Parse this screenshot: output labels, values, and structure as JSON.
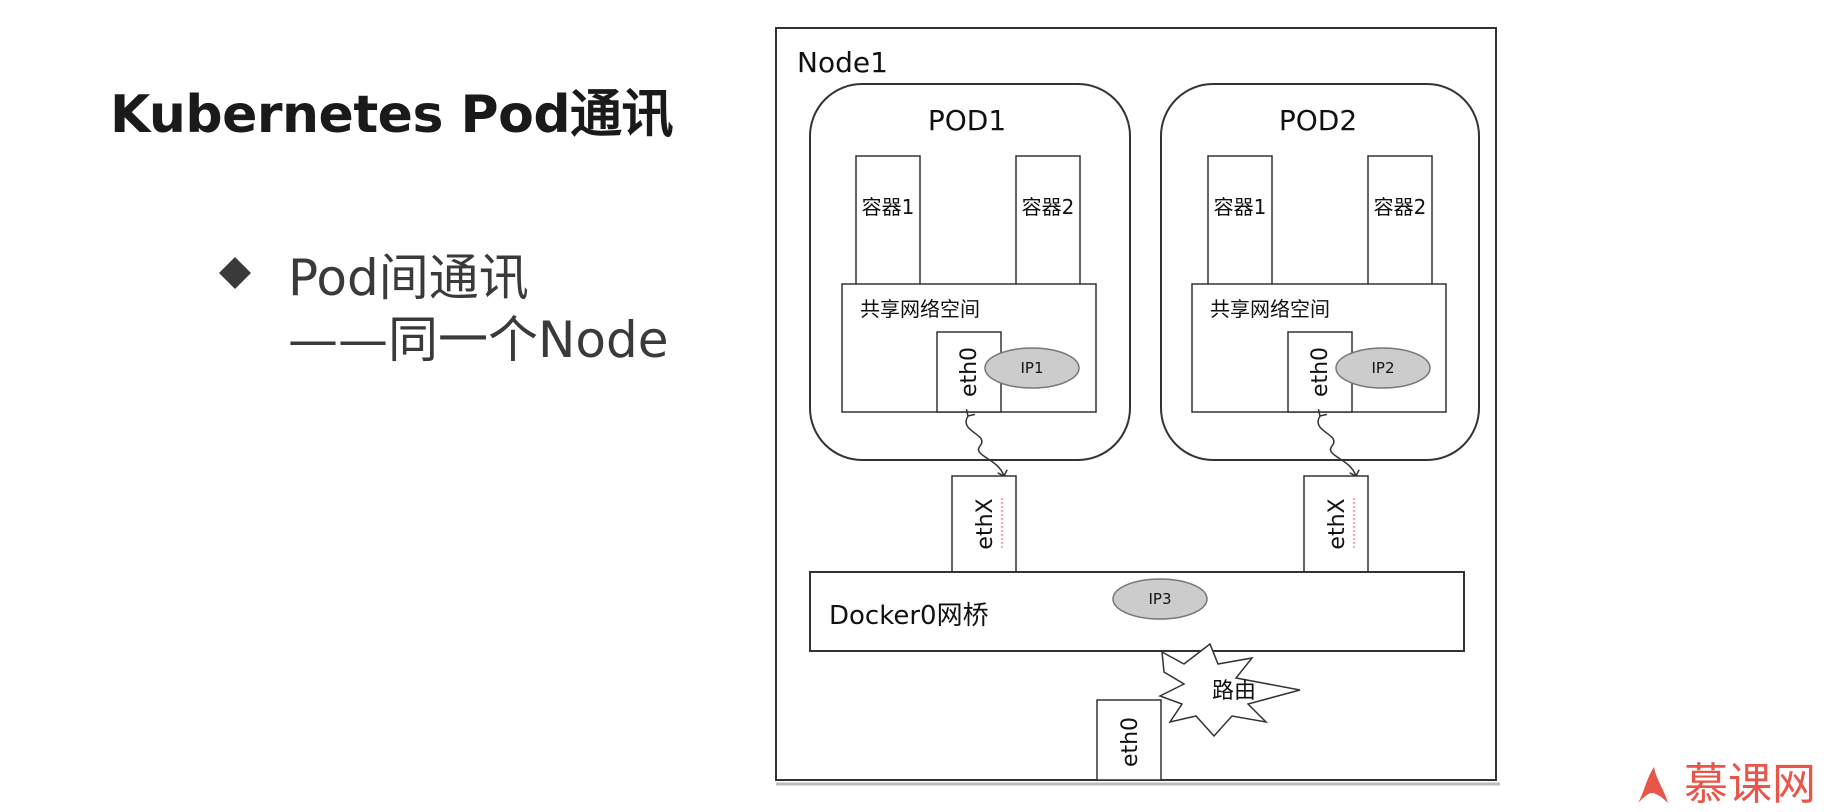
{
  "slide": {
    "title": "Kubernetes Pod通讯",
    "bullet": "Pod间通讯",
    "bullet_sub": "——同一个Node"
  },
  "diagram": {
    "node_label": "Node1",
    "pods": [
      {
        "label": "POD1",
        "containers": [
          "容器1",
          "容器2"
        ],
        "shared_ns": "共享网络空间",
        "iface": "eth0",
        "ip": "IP1",
        "veth": "ethX"
      },
      {
        "label": "POD2",
        "containers": [
          "容器1",
          "容器2"
        ],
        "shared_ns": "共享网络空间",
        "iface": "eth0",
        "ip": "IP2",
        "veth": "ethX"
      }
    ],
    "bridge_label": "Docker0网桥",
    "bridge_ip": "IP3",
    "route_label": "路由",
    "host_iface": "eth0"
  },
  "logo_text": "慕课网",
  "colors": {
    "ip_fill": "#cccccc",
    "logo": "#e8564a",
    "stroke": "#333333"
  }
}
